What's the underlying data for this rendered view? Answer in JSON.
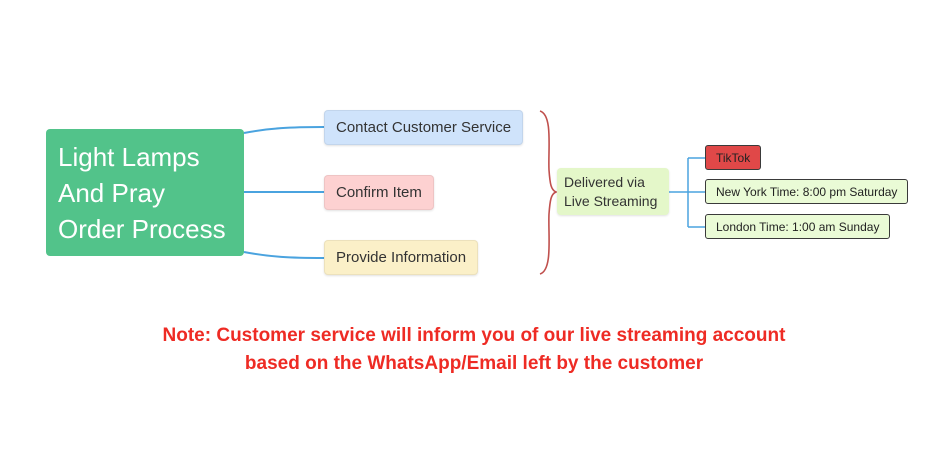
{
  "root": {
    "lines": [
      "Light Lamps",
      "And Pray",
      "Order Process"
    ]
  },
  "steps": [
    {
      "label": "Contact Customer Service",
      "fill": "#cfe3fb"
    },
    {
      "label": "Confirm Item",
      "fill": "#fdd1d1"
    },
    {
      "label": "Provide Information",
      "fill": "#fbf0c8"
    }
  ],
  "delivery": {
    "lines": [
      "Delivered via",
      "Live Streaming"
    ]
  },
  "platforms": [
    {
      "label": "TikTok",
      "fill": "#e04848"
    },
    {
      "label": "New York Time: 8:00 pm Saturday",
      "fill": "#eafbd6"
    },
    {
      "label": "London Time: 1:00 am Sunday",
      "fill": "#eafbd6"
    }
  ],
  "note": {
    "line1": "Note: Customer service will inform you of our live streaming account",
    "line2": "based on the WhatsApp/Email left by the customer"
  },
  "colors": {
    "connector": "#4aa3df",
    "brace": "#c0504d",
    "root_fill": "#52c38a",
    "note_text": "#ee2b24"
  }
}
